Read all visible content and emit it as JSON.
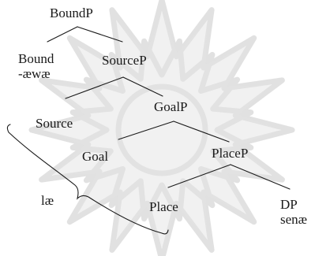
{
  "watermark": {
    "icon": "ornamental-star-watermark-icon",
    "color": "#c9c9c9"
  },
  "line_color": "#1a1a1a",
  "tree": {
    "boundp": "BoundP",
    "bound": "Bound",
    "bound_suffix": "-æwæ",
    "sourcep": "SourceP",
    "source": "Source",
    "goalp": "GoalP",
    "goal": "Goal",
    "placep": "PlaceP",
    "place": "Place",
    "dp": "DP",
    "dp_word": "senæ"
  },
  "bracket_label": "læ"
}
